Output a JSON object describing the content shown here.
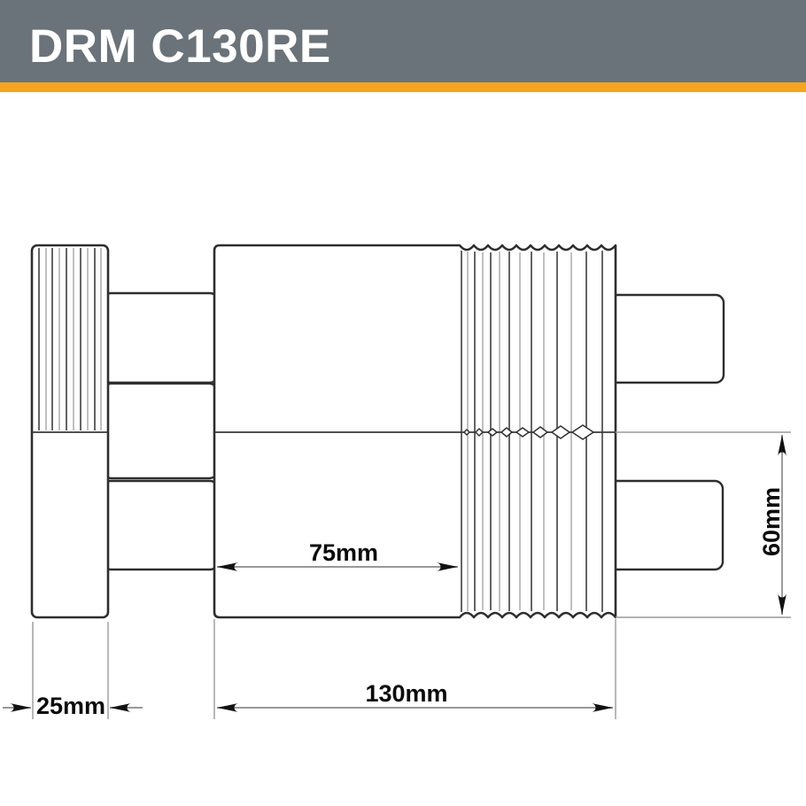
{
  "header": {
    "title": "DRM C130RE",
    "bg_color": "#6a737a",
    "accent_color": "#f6a41f",
    "text_color": "#ffffff"
  },
  "diagram": {
    "type": "technical-drawing",
    "subject": "rolling mill roller pair with knurled gear sections",
    "dim_labels": {
      "face": "75mm",
      "width": "130mm",
      "gear": "25mm",
      "diameter": "60mm"
    }
  }
}
